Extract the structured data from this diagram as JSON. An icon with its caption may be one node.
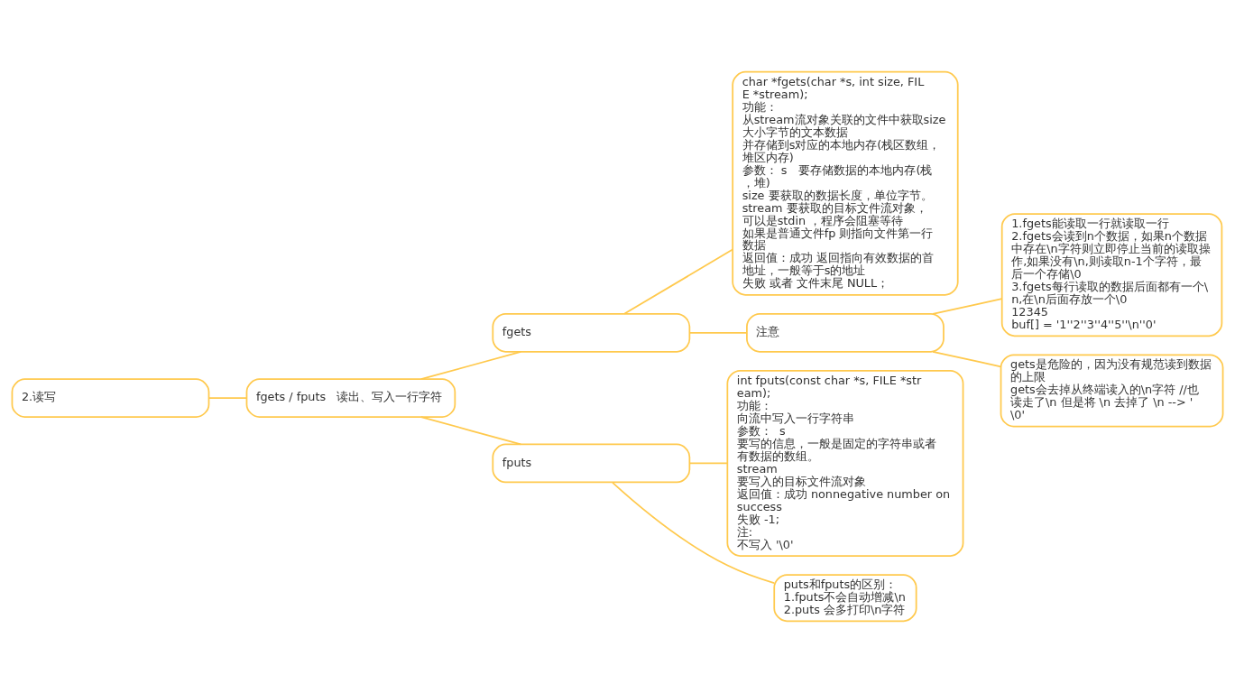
{
  "diagram": {
    "nodes": [
      {
        "text": [
          "2.读写"
        ]
      },
      {
        "text": [
          "fgets / fputs   读出、写入一行字符"
        ]
      },
      {
        "text": [
          "fgets"
        ]
      },
      {
        "text": [
          "char *fgets(char *s, int size, FILE *stream);",
          "功能：",
          "从stream流对象关联的文件中获取size大小字节的文本数据",
          "并存储到s对应的本地内存(栈区数组，堆区内存)",
          "参数： s　要存储数据的本地内存(栈，堆)",
          "size 要获取的数据长度，单位字节。",
          "stream 要获取的目标文件流对象，",
          "可以是stdin ，程序会阻塞等待",
          "如果是普通文件fp 则指向文件第一行数据",
          "返回值：成功 返回指向有效数据的首地址，一般等于s的地址",
          "失败 或者 文件末尾 NULL；"
        ]
      },
      {
        "text": [
          "注意"
        ]
      },
      {
        "text": [
          "1.fgets能读取一行就读取一行",
          "2.fgets会读到n个数据，如果n个数据中存在\\n字符则立即停止当前的读取操作,如果没有\\n,则读取n-1个字符，最后一个存储\\0",
          "3.fgets每行读取的数据后面都有一个\\n,在\\n后面存放一个\\0",
          "12345",
          "buf[] = '1''2''3''4''5''\\n''0'"
        ]
      },
      {
        "text": [
          "gets是危险的，因为没有规范读到数据的上限",
          "gets会去掉从终端读入的\\n字符 //也读走了\\n 但是将 \\n 去掉了 \\n --> '\\0'"
        ]
      },
      {
        "text": [
          "fputs"
        ]
      },
      {
        "text": [
          "int fputs(const char *s, FILE *stream);",
          "功能：",
          "向流中写入一行字符串",
          "参数：  s",
          "要写的信息，一般是固定的字符串或者有数据的数组。",
          "stream",
          "要写入的目标文件流对象",
          "返回值：成功 nonnegative number on success",
          "失败 -1;",
          "注:",
          "不写入 '\\0'"
        ]
      },
      {
        "text": [
          "puts和fputs的区别：",
          "1.fputs不会自动增减\\n",
          "2.puts 会多打印\\n字符"
        ]
      }
    ],
    "edges": [
      {
        "from": 0,
        "to": 1,
        "arrow": "none"
      },
      {
        "from": 1,
        "to": 2,
        "arrow": "none"
      },
      {
        "from": 1,
        "to": 7,
        "arrow": "none"
      },
      {
        "from": 2,
        "to": 3,
        "arrow": "none"
      },
      {
        "from": 2,
        "to": 4,
        "arrow": "none"
      },
      {
        "from": 4,
        "to": 5,
        "arrow": "none"
      },
      {
        "from": 4,
        "to": 6,
        "arrow": "none"
      },
      {
        "from": 7,
        "to": 8,
        "arrow": "none"
      },
      {
        "from": 7,
        "to": 9,
        "arrow": "none"
      }
    ]
  }
}
